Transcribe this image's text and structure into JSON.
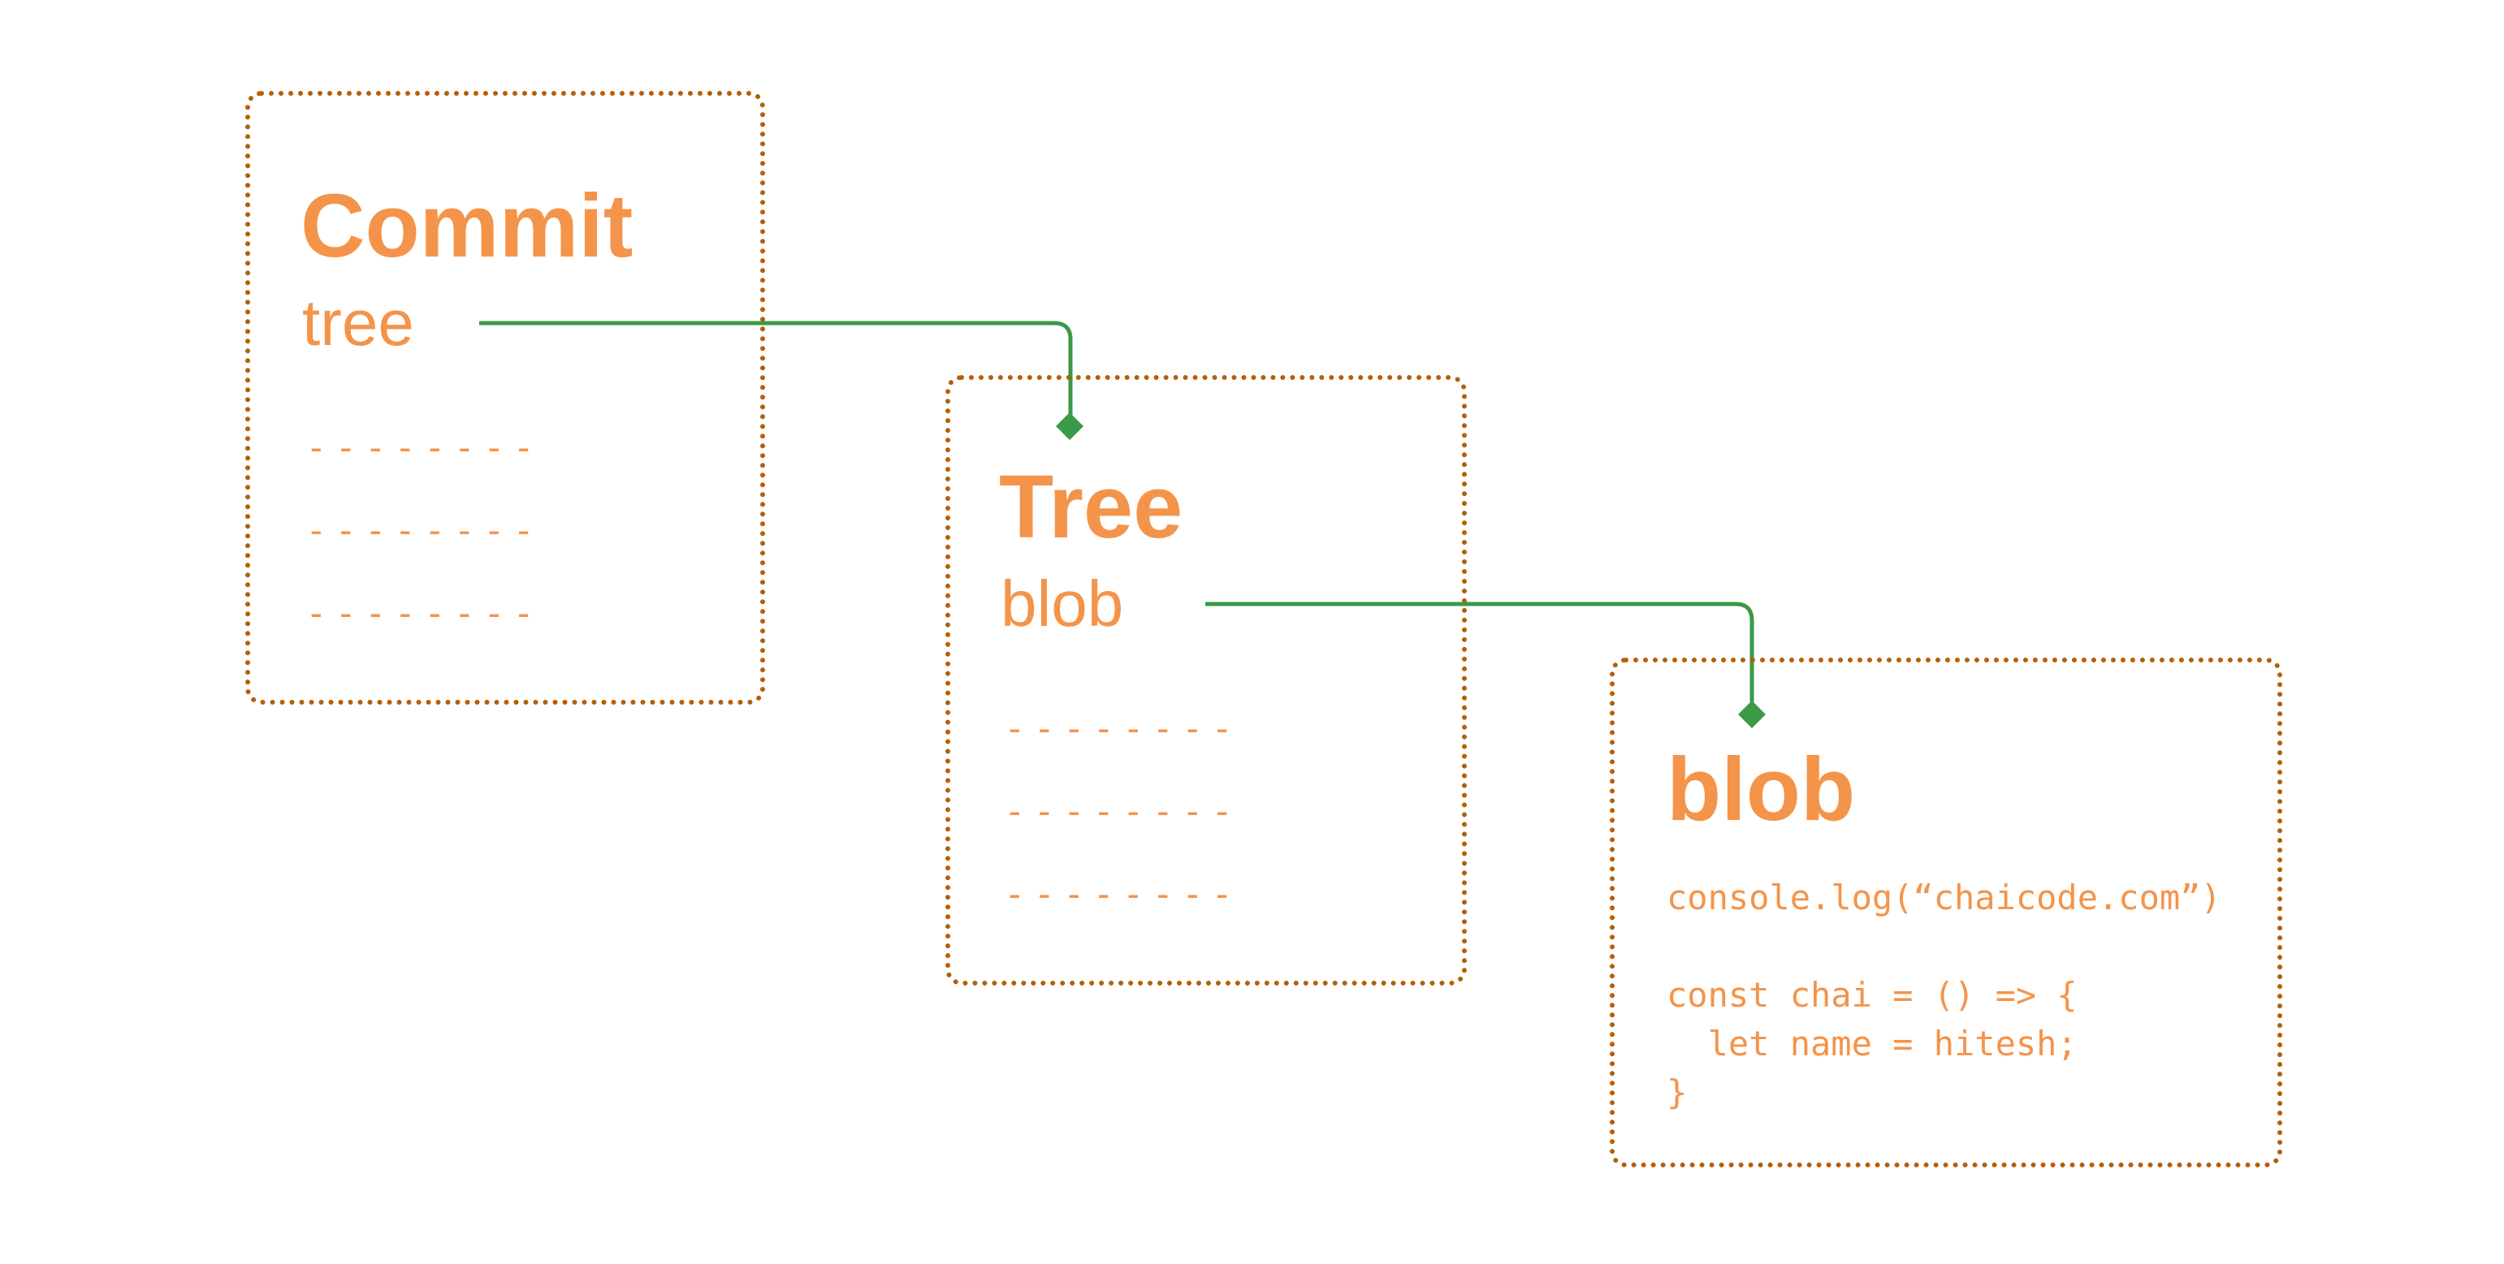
{
  "commit_card": {
    "title": "Commit",
    "field": "tree",
    "placeholder_lines": [
      "--------",
      "--------",
      "--------"
    ]
  },
  "tree_card": {
    "title": "Tree",
    "field": "blob",
    "placeholder_lines": [
      "--------",
      "--------",
      "--------"
    ]
  },
  "blob_card": {
    "title": "blob",
    "code_lines": [
      "console.log(“chaicode.com”)",
      "",
      "const chai = () => {",
      "  let name = hitesh;",
      "}"
    ]
  },
  "colors": {
    "text": "#f4944a",
    "border": "#b45f06",
    "connector": "#3a9a47"
  }
}
